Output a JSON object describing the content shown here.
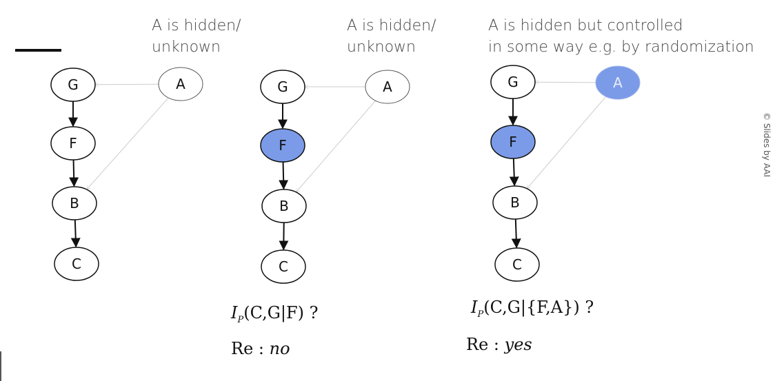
{
  "captions": {
    "panel1": [
      "A is hidden/",
      "unknown"
    ],
    "panel2": [
      "A is hidden/",
      "unknown"
    ],
    "panel3": [
      "A is hidden but controlled",
      "in some way e.g. by randomization"
    ]
  },
  "panels": [
    {
      "id": "p1",
      "nodes": [
        "G",
        "F",
        "B",
        "C",
        "A"
      ],
      "observed": []
    },
    {
      "id": "p2",
      "nodes": [
        "G",
        "F",
        "B",
        "C",
        "A"
      ],
      "observed": [
        "F"
      ]
    },
    {
      "id": "p3",
      "nodes": [
        "G",
        "F",
        "B",
        "C",
        "A"
      ],
      "observed": [
        "F",
        "A"
      ]
    }
  ],
  "edges": {
    "causal": [
      [
        "G",
        "F"
      ],
      [
        "F",
        "B"
      ],
      [
        "B",
        "C"
      ]
    ],
    "hidden": [
      [
        "A",
        "G"
      ],
      [
        "A",
        "B"
      ]
    ]
  },
  "colors": {
    "observed_fill": "#7b9be8",
    "node_stroke": "#111111",
    "hidden_edge": "#cccccc",
    "text": "#444444"
  },
  "formulas": {
    "q2": {
      "I": "I",
      "P": "P",
      "body": "(C,G|F)",
      "q": "?"
    },
    "q3": {
      "I": "I",
      "P": "P",
      "body": "(C,G|{F,A})",
      "q": "?"
    }
  },
  "answers": {
    "a2": {
      "prefix": "Re :",
      "value": "no"
    },
    "a3": {
      "prefix": "Re :",
      "value": "yes"
    }
  },
  "watermark": "© Slides by AAI"
}
